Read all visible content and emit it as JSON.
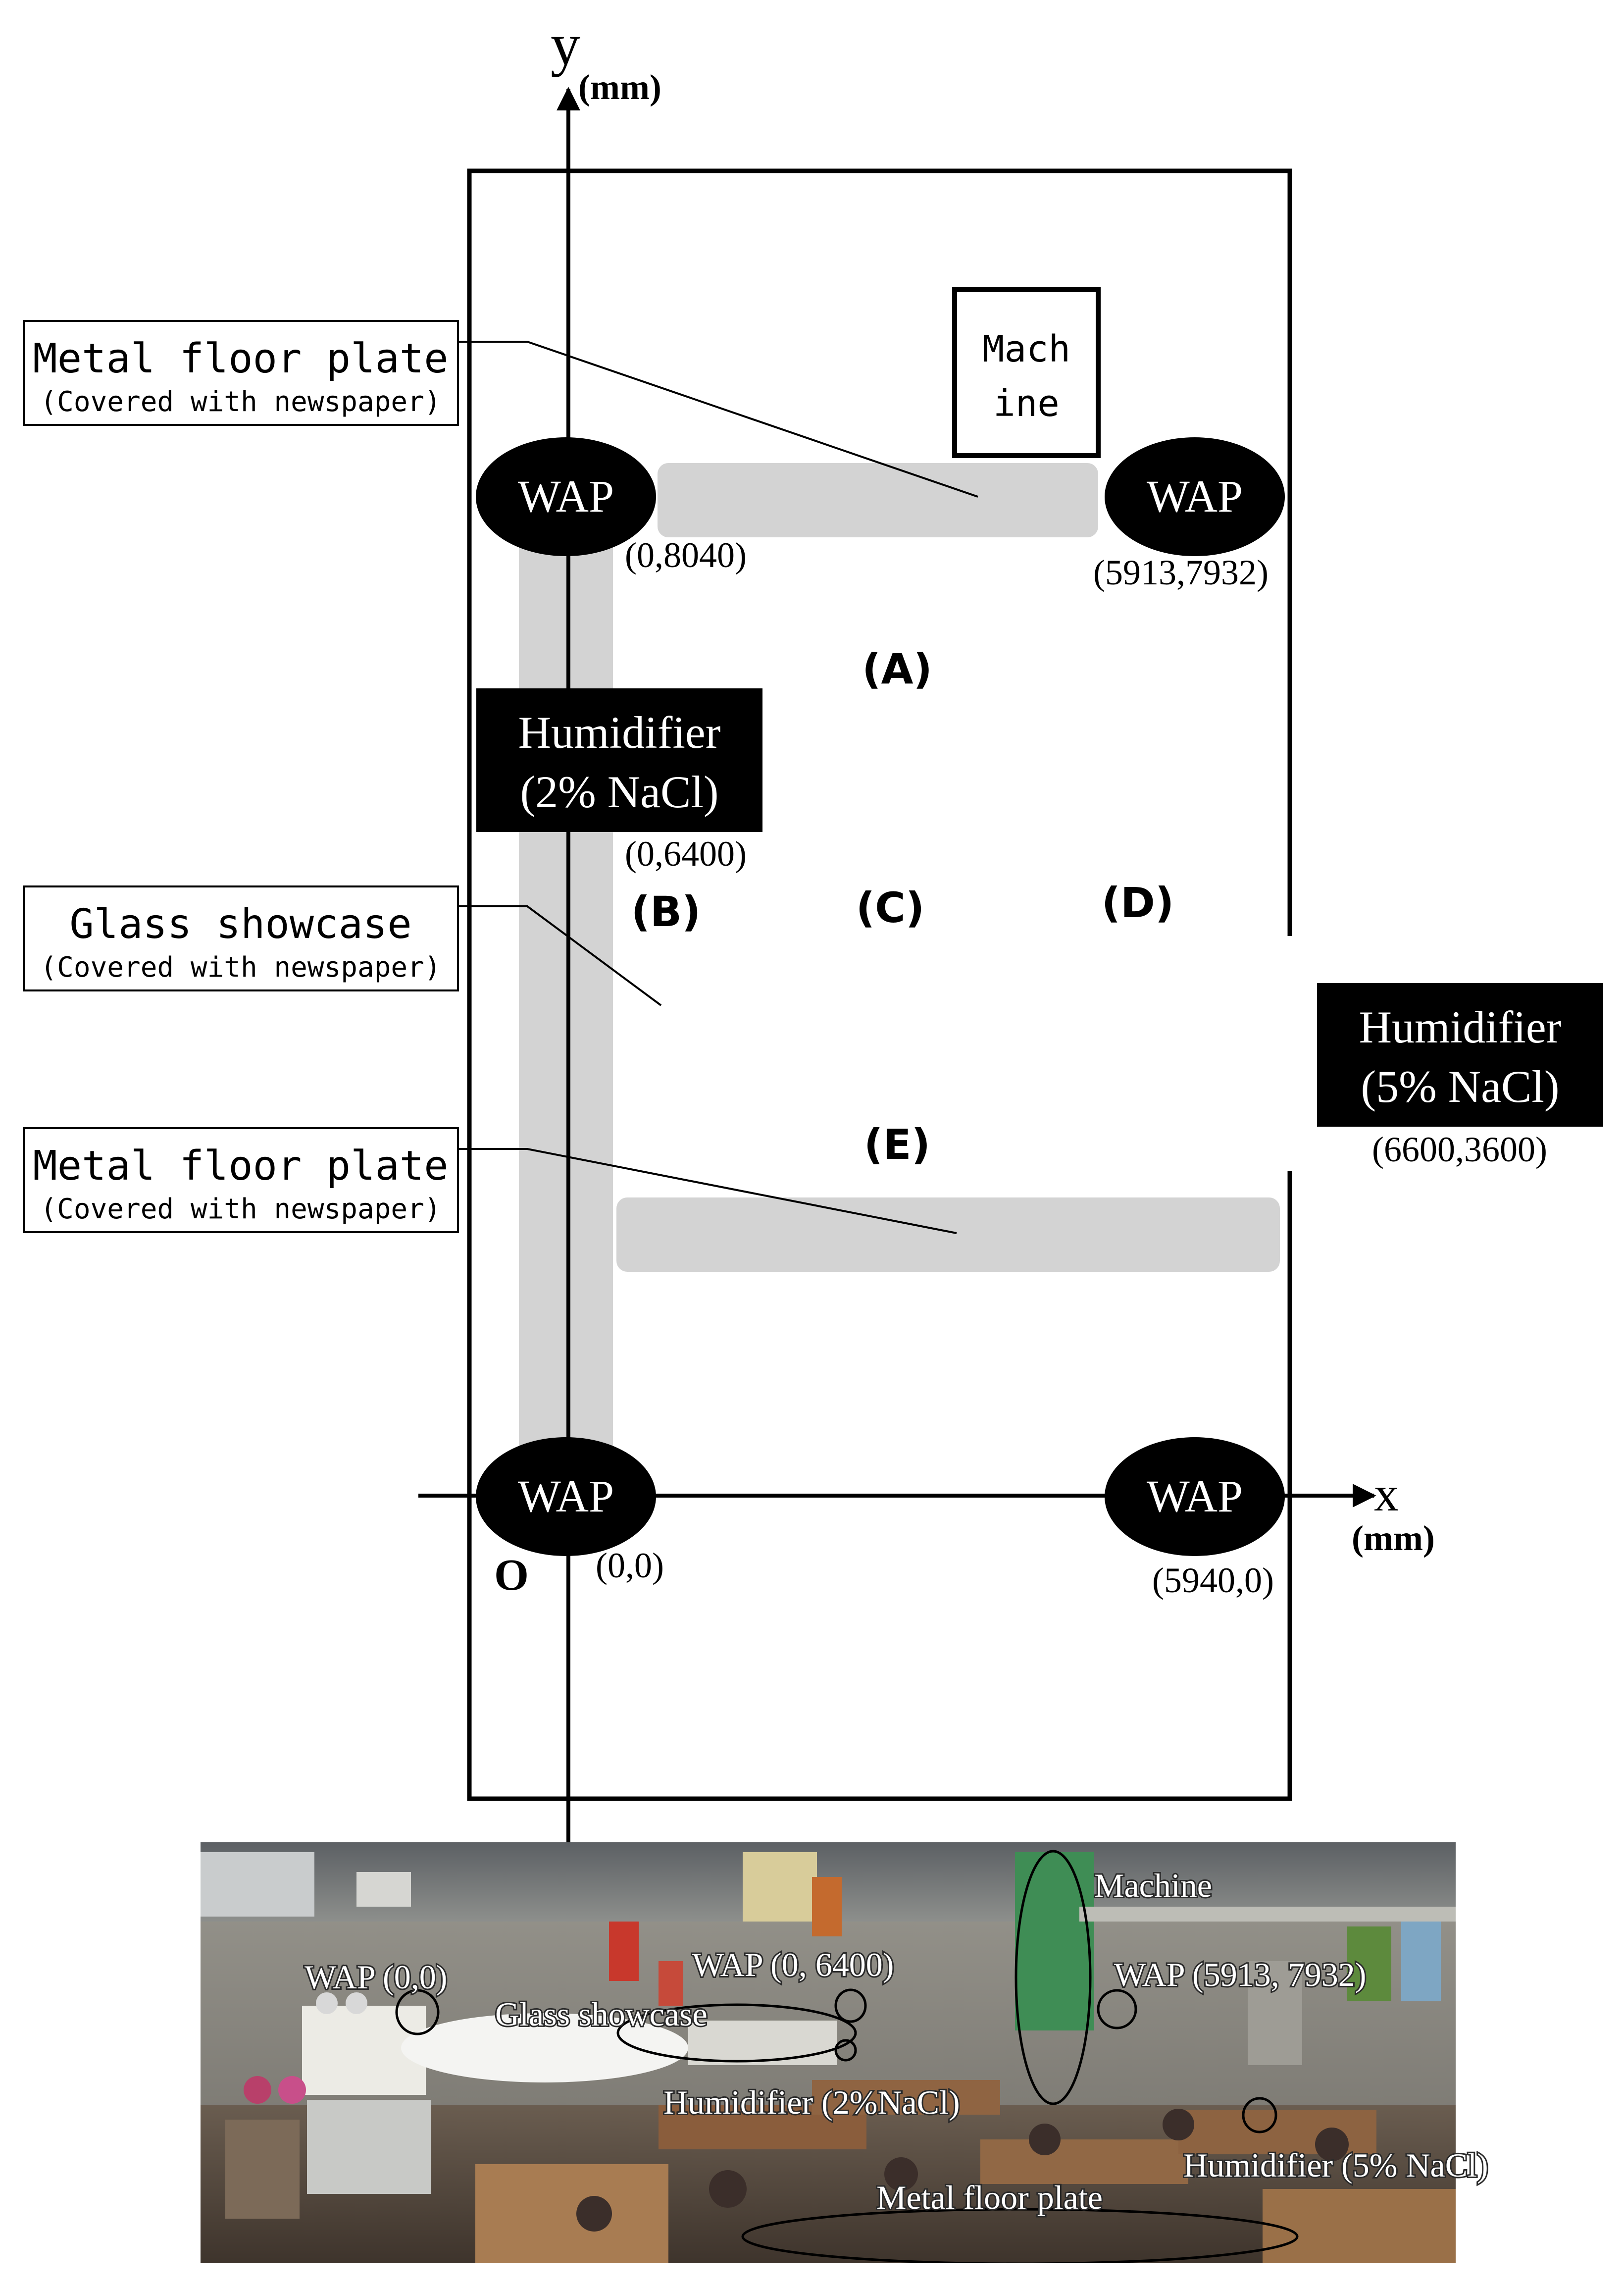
{
  "axes": {
    "y_label": "y",
    "y_unit": "(mm)",
    "x_label": "x",
    "x_unit": "(mm)",
    "origin_label": "O"
  },
  "machine": {
    "line1": "Mach",
    "line2": "ine"
  },
  "waps": [
    {
      "label": "WAP",
      "coord": "(0,8040)"
    },
    {
      "label": "WAP",
      "coord": "(5913,7932)"
    },
    {
      "label": "WAP",
      "coord": "(0,0)"
    },
    {
      "label": "WAP",
      "coord": "(5940,0)"
    }
  ],
  "humidifiers": [
    {
      "line1": "Humidifier",
      "line2": "(2% NaCl)",
      "coord": "(0,6400)"
    },
    {
      "line1": "Humidifier",
      "line2": "(5% NaCl)",
      "coord": "(6600,3600)"
    }
  ],
  "callouts": [
    {
      "title": "Metal floor plate",
      "subtitle": "(Covered with newspaper)"
    },
    {
      "title": "Glass showcase",
      "subtitle": "(Covered with newspaper)"
    },
    {
      "title": "Metal floor plate",
      "subtitle": "(Covered with newspaper)"
    }
  ],
  "points": [
    "(A)",
    "(B)",
    "(C)",
    "(D)",
    "(E)"
  ],
  "photo_labels": [
    "WAP (0,0)",
    "Glass showcase",
    "WAP (0, 6400)",
    "Humidifier (2%NaCl)",
    "Machine",
    "WAP (5913, 7932)",
    "Humidifier (5% NaCl)",
    "Metal floor plate"
  ],
  "colors": {
    "plate": "#d3d3d3",
    "wap_fill": "#000000",
    "humidifier_fill": "#000000"
  }
}
